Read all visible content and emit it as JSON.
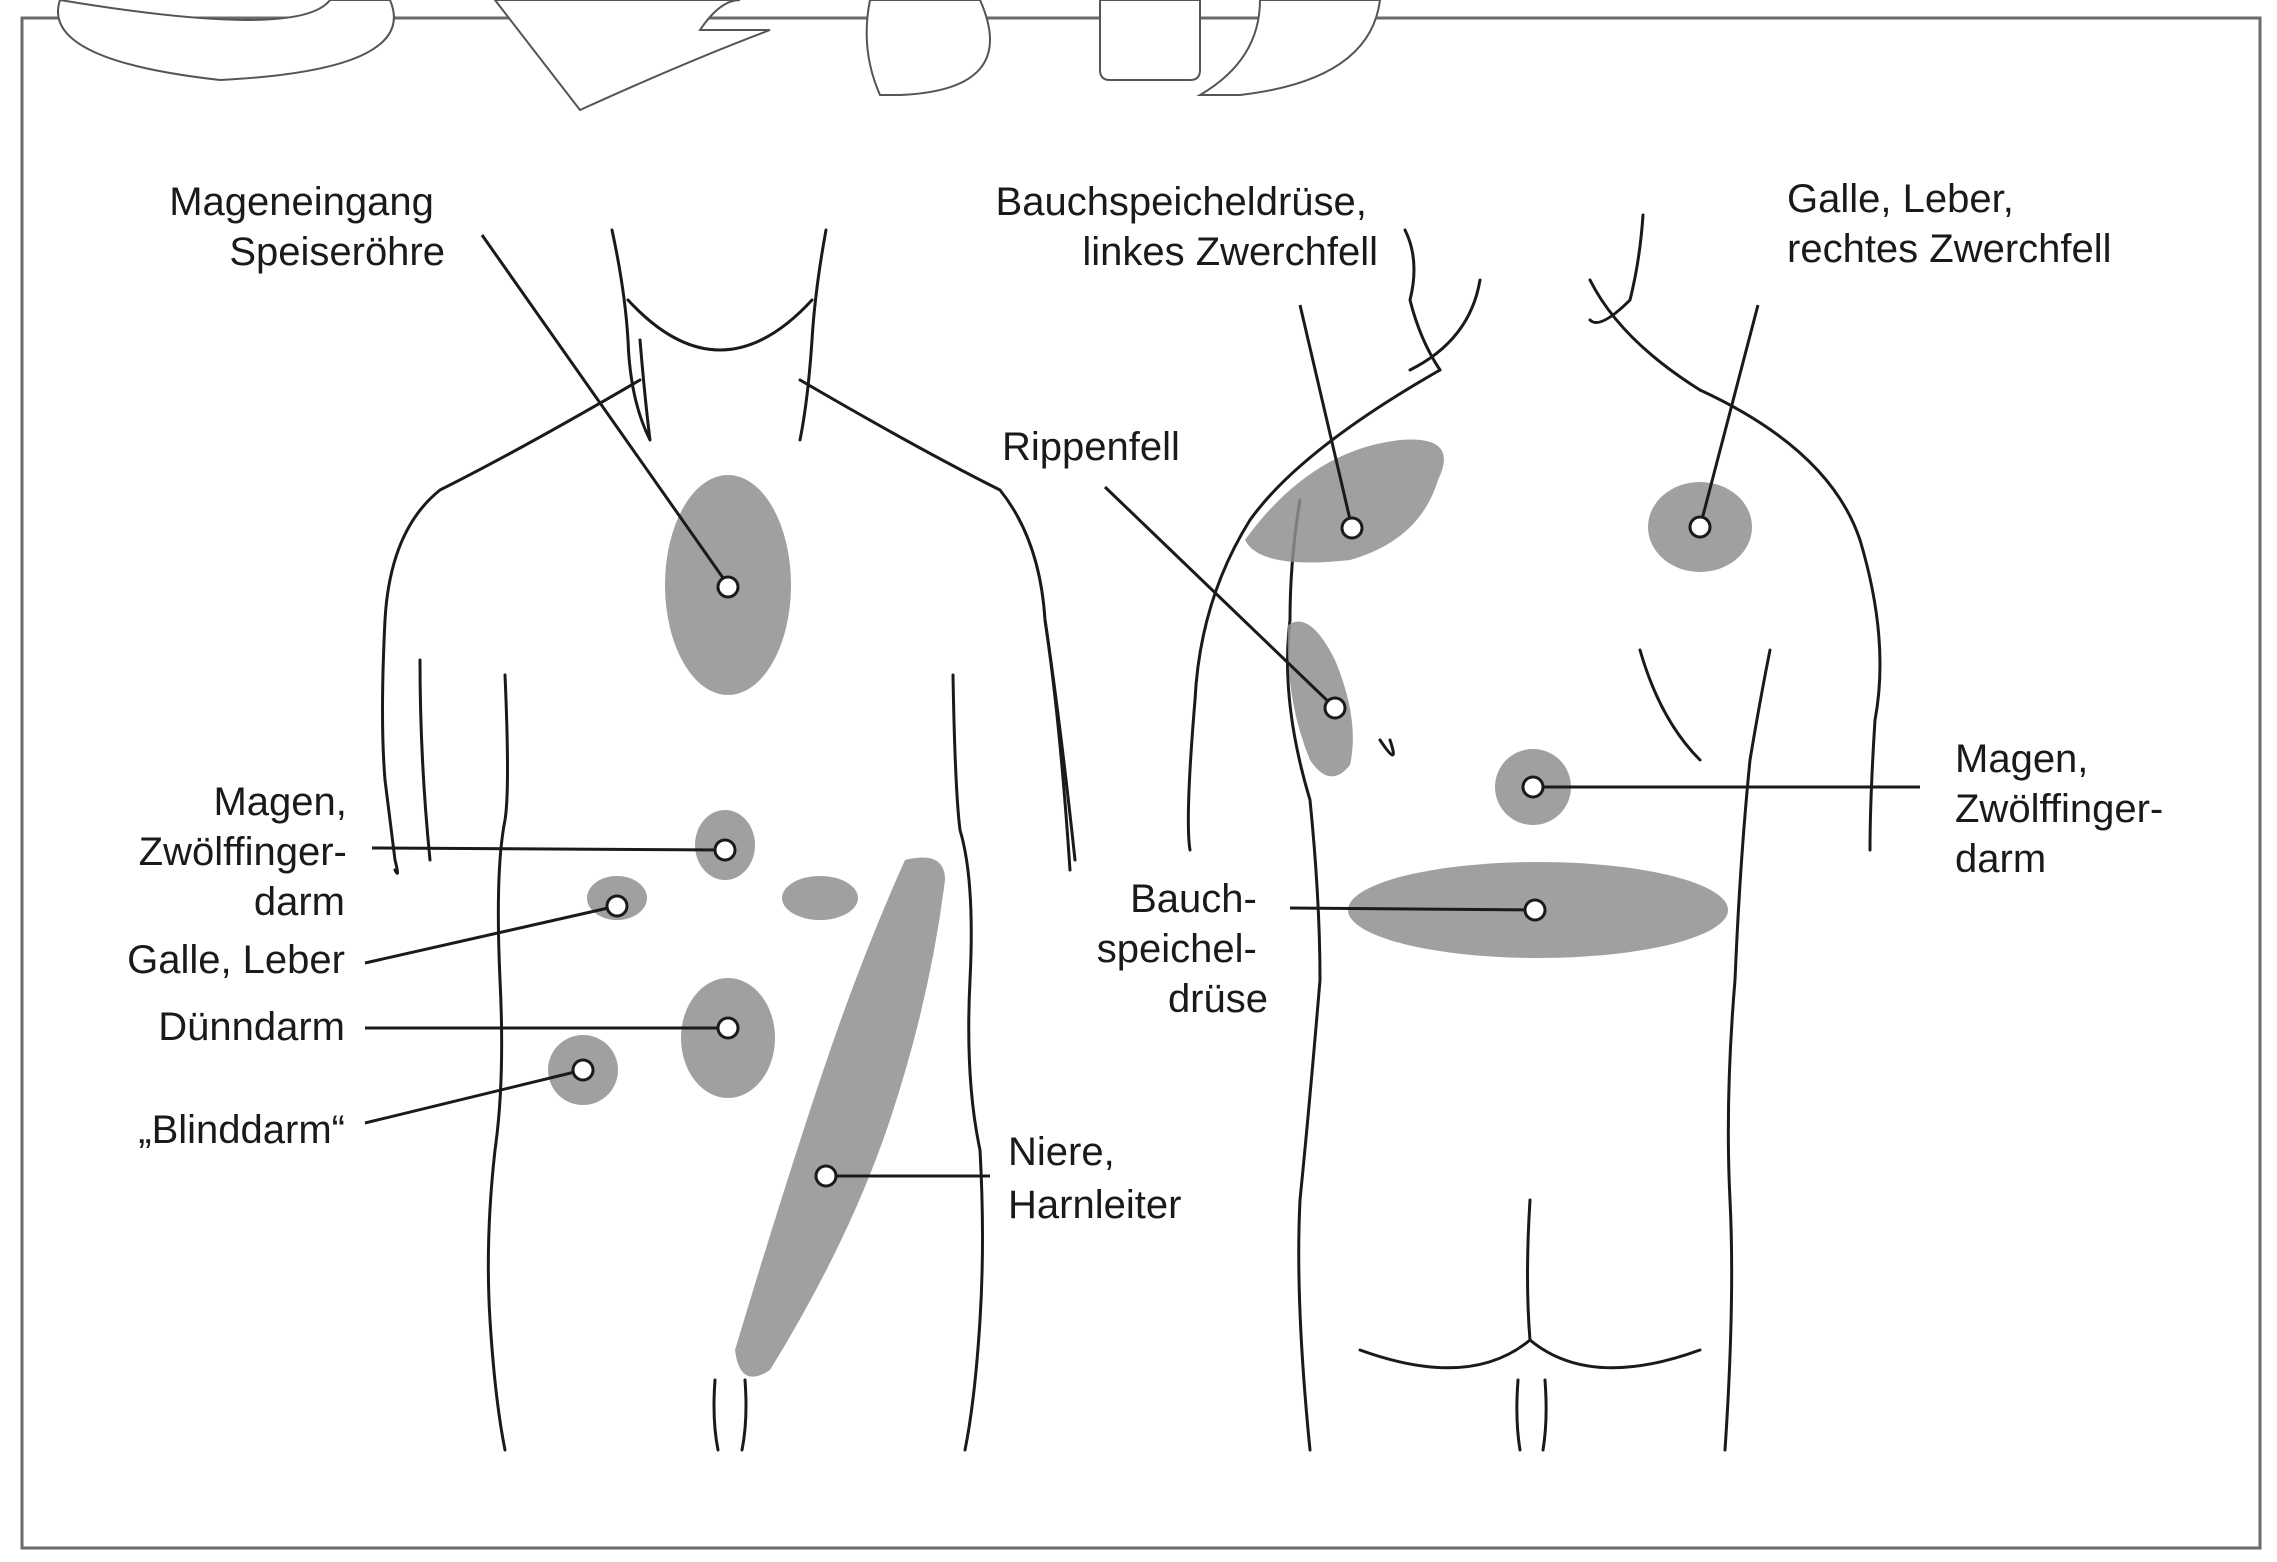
{
  "colors": {
    "zone": "#8f8f8f",
    "line": "#1a1a1a",
    "background": "#ffffff"
  },
  "front": {
    "labels": {
      "mageneingang": [
        "Mageneingang",
        "Speiseröhre"
      ],
      "magen": [
        "Magen,",
        "Zwölffinger-",
        "darm"
      ],
      "galle": [
        "Galle, Leber"
      ],
      "duenndarm": [
        "Dünndarm"
      ],
      "blinddarm": [
        "„Blinddarm“"
      ],
      "niere": [
        "Niere,",
        "Harnleiter"
      ]
    }
  },
  "back": {
    "labels": {
      "bauchspeicheldruese_top": [
        "Bauchspeicheldrüse,",
        "linkes Zwerchfell"
      ],
      "galle_top": [
        "Galle, Leber,",
        "rechtes Zwerchfell"
      ],
      "rippenfell": [
        "Rippenfell"
      ],
      "magen": [
        "Magen,",
        "Zwölffinger-",
        "darm"
      ],
      "bauchspeicheldruese": [
        "Bauch-",
        "speichel-",
        "drüse"
      ]
    }
  }
}
